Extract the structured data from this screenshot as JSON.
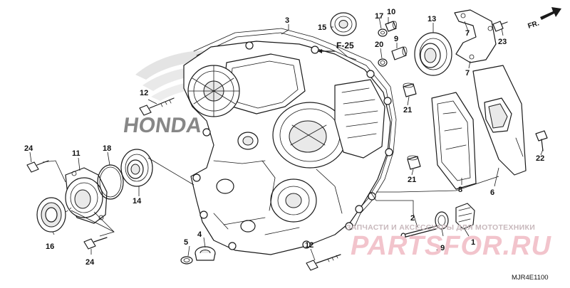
{
  "diagram": {
    "callouts": [
      "1",
      "2",
      "3",
      "4",
      "5",
      "6",
      "7",
      "8",
      "9",
      "10",
      "11",
      "12",
      "13",
      "14",
      "15",
      "16",
      "17",
      "18",
      "19",
      "20",
      "21",
      "22",
      "23",
      "24"
    ],
    "reference_label": "F-25",
    "direction_label": "FR.",
    "watermark_text": "ЗАПЧАСТИ И АКСЕССУАРЫ ДЛЯ МОТОТЕХНИКИ",
    "watermark_brand": "PARTSFOR.RU",
    "drawing_code": "MJR4E1100",
    "background_logo": "HONDA",
    "colors": {
      "line": "#1a1a1a",
      "watermark": "#f2c4cc",
      "watermark_text": "#c8b8bc"
    }
  }
}
